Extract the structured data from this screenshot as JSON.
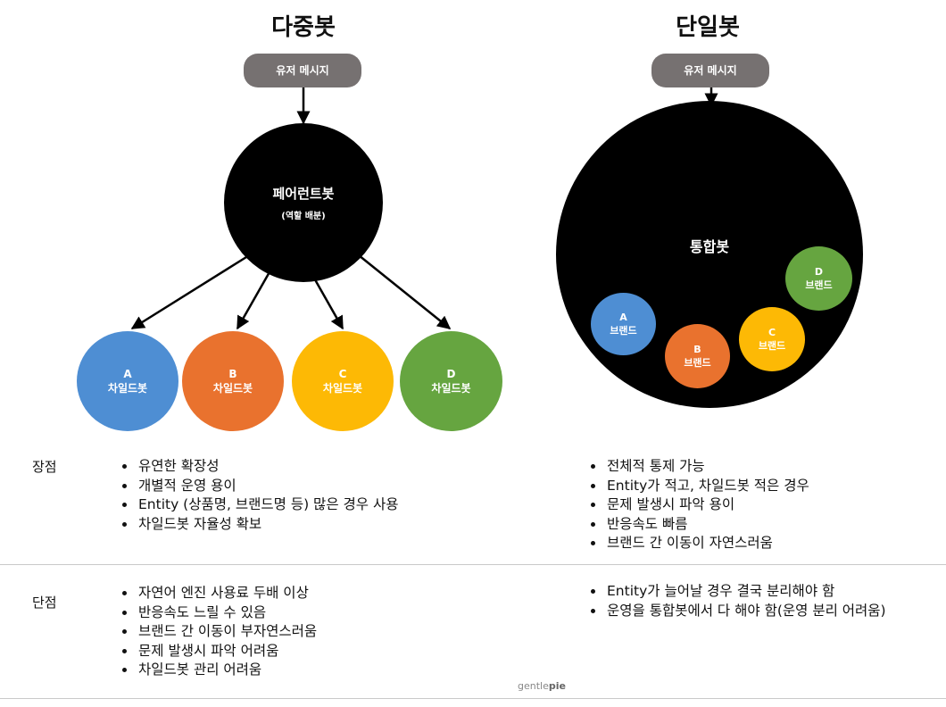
{
  "multi": {
    "title": "다중봇",
    "user_message": "유저 메시지",
    "parent_bot": {
      "name": "페어런트봇",
      "role": "(역할 배분)"
    },
    "children": [
      {
        "letter": "A",
        "label": "차일드봇",
        "color": "#4E8ED3"
      },
      {
        "letter": "B",
        "label": "차일드봇",
        "color": "#E9722E"
      },
      {
        "letter": "C",
        "label": "차일드봇",
        "color": "#FDB905"
      },
      {
        "letter": "D",
        "label": "차일드봇",
        "color": "#66A540"
      }
    ]
  },
  "single": {
    "title": "단일봇",
    "user_message": "유저 메시지",
    "integrated_bot": "통합봇",
    "brands": [
      {
        "letter": "A",
        "label": "브랜드",
        "color": "#4E8ED3"
      },
      {
        "letter": "B",
        "label": "브랜드",
        "color": "#E9722E"
      },
      {
        "letter": "C",
        "label": "브랜드",
        "color": "#FDB905"
      },
      {
        "letter": "D",
        "label": "브랜드",
        "color": "#66A540"
      }
    ]
  },
  "pros": {
    "label": "장점",
    "multi": [
      "유연한 확장성",
      "개별적 운영 용이",
      "Entity (상품명, 브랜드명 등) 많은 경우 사용",
      "차일드봇 자율성 확보"
    ],
    "single": [
      "전체적 통제 가능",
      "Entity가 적고, 차일드봇 적은 경우",
      "문제 발생시 파악 용이",
      "반응속도 빠름",
      "브랜드 간 이동이 자연스러움"
    ]
  },
  "cons": {
    "label": "단점",
    "multi": [
      "자연어 엔진 사용료 두배 이상",
      "반응속도 느릴 수 있음",
      "브랜드 간 이동이 부자연스러움",
      "문제 발생시 파악 어려움",
      "차일드봇 관리 어려움"
    ],
    "single": [
      "Entity가 늘어날 경우 결국 분리해야 함",
      "운영을 통합봇에서 다 해야 함(운영 분리 어려움)"
    ]
  },
  "footer": {
    "logo_prefix": "gentle",
    "logo_suffix": "pie"
  },
  "colors": {
    "pill": "#767171",
    "parent": "#000000",
    "divider": "#C9C9C9"
  }
}
